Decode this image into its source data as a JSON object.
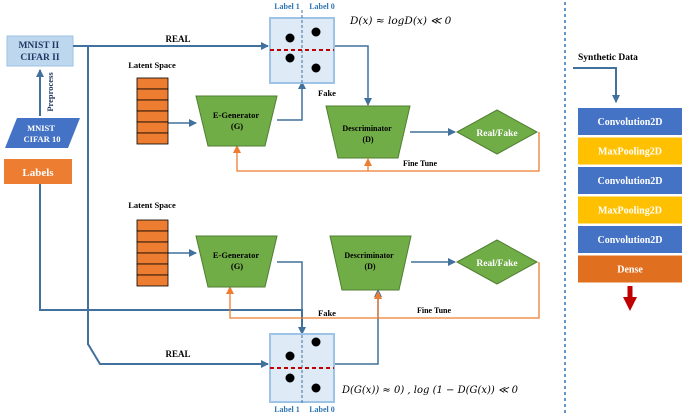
{
  "inputs": {
    "datasets": "MNIST II\nCIFAR II",
    "preprocess": "Preprocess",
    "raw_datasets": "MNIST\nCIFAR 10",
    "labels": "Labels"
  },
  "top": {
    "real": "REAL",
    "latent": "Latent Space",
    "generator": "E-Generator\n(G)",
    "discriminator": "Descriminator\n(D)",
    "real_fake": "Real/Fake",
    "fake": "Fake",
    "fine_tune": "Fine Tune",
    "label1": "Label 1",
    "label0": "Label 0",
    "equation": "D(x) ≈ logD(x) ≪ 0"
  },
  "bottom": {
    "real": "REAL",
    "latent": "Latent Space",
    "generator": "E-Generator\n(G)",
    "discriminator": "Descriminator\n(D)",
    "real_fake": "Real/Fake",
    "fake": "Fake",
    "fine_tune": "Fine Tune",
    "label1": "Label 1",
    "label0": "Label 0",
    "equation": "D(G(x)) ≈ 0) , log (1 − D(G(x)) ≪ 0"
  },
  "classifier": {
    "title": "Synthetic Data",
    "layers": [
      "Convolution2D",
      "MaxPooling2D",
      "Convolution2D",
      "MaxPooling2D",
      "Convolution2D",
      "Dense"
    ]
  },
  "colors": {
    "blue_line": "#41719c",
    "orange_line": "#ed7d31",
    "green": "#70ad47",
    "orange": "#ed7d31",
    "conv": "#4472c4",
    "pool": "#ffc000",
    "dense": "#e06f1f",
    "red_arrow": "#c00000",
    "red_dash": "#c00000"
  }
}
